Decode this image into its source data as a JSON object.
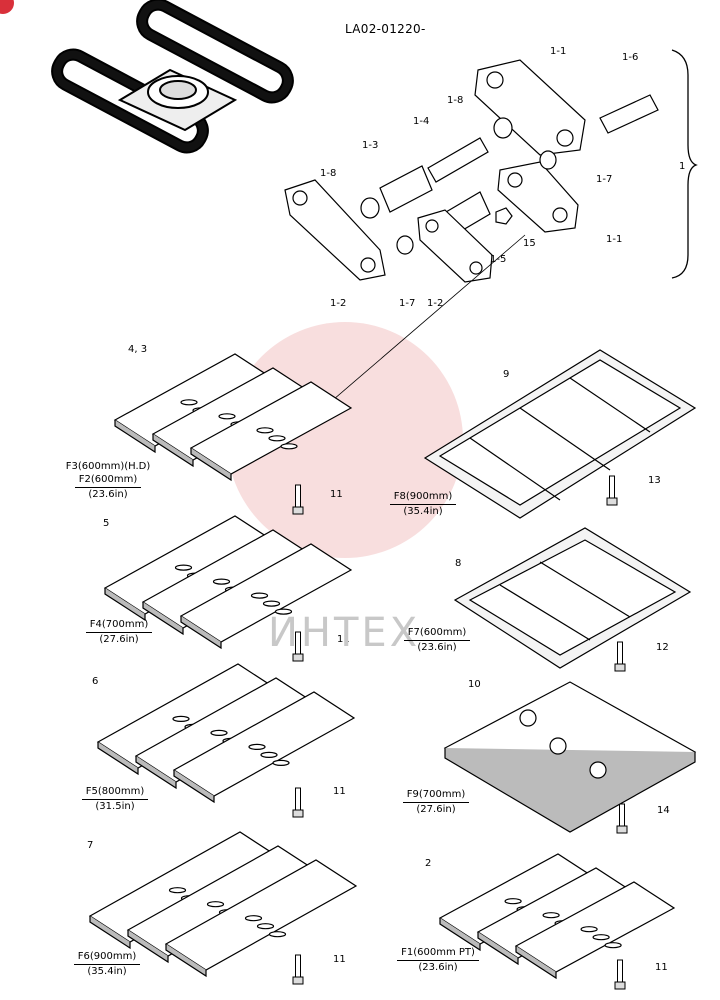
{
  "title": "LA02-01220-",
  "watermark": "ИНТЕХ",
  "part_labels": {
    "p1_1a": "1-1",
    "p1_6": "1-6",
    "p1_8a": "1-8",
    "p1_4": "1-4",
    "p1_3": "1-3",
    "p1_8b": "1-8",
    "p1_7a": "1-7",
    "p1_1b": "1-1",
    "p15": "15",
    "p1_5": "1-5",
    "p1_2a": "1-2",
    "p1_7b": "1-7",
    "p1_2b": "1-2",
    "p1": "1",
    "p43": "4, 3",
    "p9": "9",
    "p11a": "11",
    "p13": "13",
    "p5": "5",
    "p8": "8",
    "p11b": "11",
    "p12": "12",
    "p6": "6",
    "p10": "10",
    "p11c": "11",
    "p14": "14",
    "p7": "7",
    "p2": "2",
    "p11d": "11",
    "p11e": "11"
  },
  "specs": {
    "f3": {
      "line1": "F3(600mm)(H.D)",
      "line2": "F2(600mm)",
      "inch": "(23.6in)"
    },
    "f8": {
      "line1": "F8(900mm)",
      "inch": "(35.4in)"
    },
    "f4": {
      "line1": "F4(700mm)",
      "inch": "(27.6in)"
    },
    "f7": {
      "line1": "F7(600mm)",
      "inch": "(23.6in)"
    },
    "f5": {
      "line1": "F5(800mm)",
      "inch": "(31.5in)"
    },
    "f9": {
      "line1": "F9(700mm)",
      "inch": "(27.6in)"
    },
    "f6": {
      "line1": "F6(900mm)",
      "inch": "(35.4in)"
    },
    "f1": {
      "line1": "F1(600mm PT)",
      "inch": "(23.6in)"
    }
  }
}
